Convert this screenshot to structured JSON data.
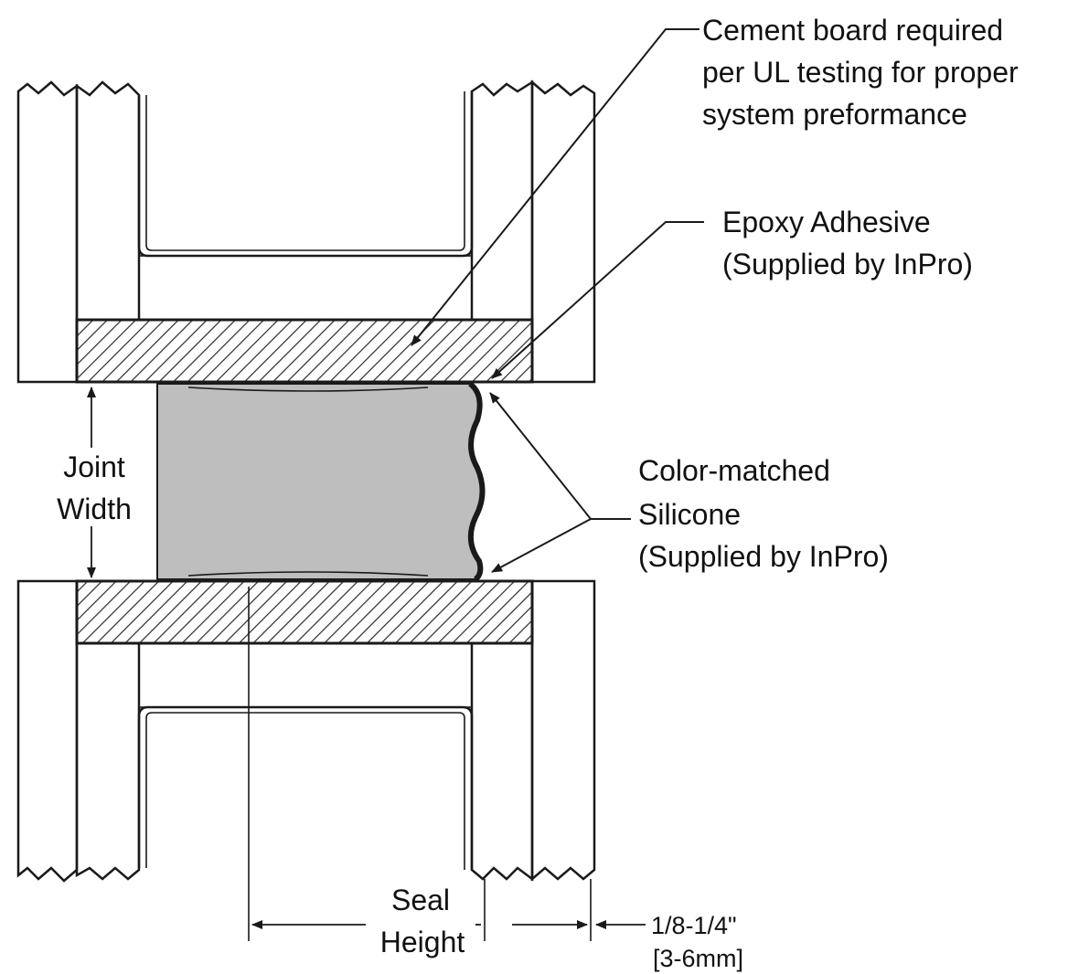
{
  "callouts": {
    "cement_board": {
      "line1": "Cement board required",
      "line2": "per UL testing for proper",
      "line3": "system preformance"
    },
    "epoxy": {
      "line1": "Epoxy Adhesive",
      "line2": "(Supplied by InPro)"
    },
    "silicone": {
      "line1": "Color-matched",
      "line2": "Silicone",
      "line3": "(Supplied by InPro)"
    }
  },
  "dimensions": {
    "joint_width": {
      "line1": "Joint",
      "line2": "Width"
    },
    "seal_height": {
      "line1": "Seal",
      "line2": "Height"
    },
    "recess": {
      "line1": "1/8-1/4\"",
      "line2": "[3-6mm]"
    }
  },
  "colors": {
    "seal_fill": "#bebebe",
    "stipple_bg": "#f7f7f7",
    "line": "#1a1a1a"
  }
}
